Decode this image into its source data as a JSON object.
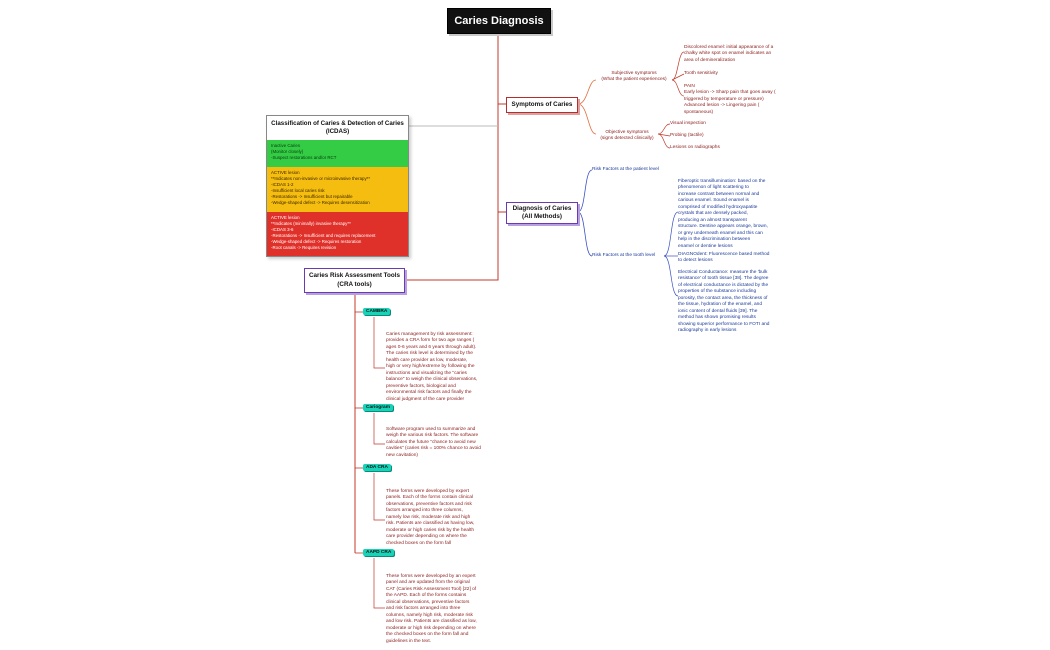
{
  "root": {
    "title": "Caries Diagnosis"
  },
  "symptoms": {
    "title": "Symptoms of Caries",
    "subjective": {
      "label": "Subjective symptoms\n(What the patient experiences)",
      "items": [
        "Discolored enamel: initial appearance of a\nchalky white spot on enamel indicates an\narea of demineralization",
        "Tooth sensitivity",
        "PAIN\nEarly lesion -> Sharp pain that goes away (\ntriggered by temperature or pressure)\nAdvanced lesion -> Lingering pain (\nspontaneous)"
      ]
    },
    "objective": {
      "label": "Objective symptoms\n(signs detected clinically)",
      "items": [
        "Visual inspection",
        "Probing (tactile)",
        "Lesions on radiographs"
      ]
    }
  },
  "diagnosis": {
    "title": "Diagnosis of Caries\n(All Methods)",
    "patient_level": "Risk Factors at the patient level",
    "tooth_level": {
      "label": "Risk Factors at the tooth level",
      "items": [
        "Fiberoptic transillumination: based on the\nphenomenon of light scattering to\nincrease contrast between normal and\ncarious enamel. Sound enamel is\ncomprised of modified hydroxyapatite\ncrystals that are densely packed,\nproducing an almost transparent\nstructure. Dentine appears orange, brown,\nor grey underneath enamel and this can\nhelp in the discrimination between\nenamel or dentine lesions",
        "DIAGNOdent: Fluorescence based method\nto detect lesions",
        "Electrical Conductance: measure the 'bulk\nresistance' of tooth tissue [38]. The degree\nof electrical conductance is dictated by the\nproperties of the substance including\nporosity, the contact area, the thickness of\nthe tissue, hydration of the enamel, and\nionic content of dental fluids [39]. The\nmethod has shown promising results\nshowing superior performance to FOTI and\nradiography in early lesions"
      ]
    }
  },
  "icdas": {
    "title": "Classification of Caries & Detection of Caries\n(ICDAS)",
    "inactive": "Inactive Caries\n(Monitor closely)\n-Suspect restorations and/or RCT",
    "active_noninvasive": "ACTIVE lesion\n**Indicates non-invasive or microinvasive therapy**\n-ICDAS 1-2\n-Insufficient local caries risk\n-Restorations -> Insufficient but repairable\n-Wedge-shaped defect -> Requires desensitization",
    "active_invasive": "ACTIVE lesion\n**Indicates (minimally) invasive therapy**\n-ICDAS 3-6\n-Restorations -> Insufficient and requires replacement\n-Wedge-shaped defect -> Requires restoration\n-Root canals -> Requires revision"
  },
  "cra": {
    "title": "Caries Risk Assessment Tools\n(CRA tools)",
    "tools": [
      {
        "name": "CAMBRA",
        "desc": "Caries management by risk assessment:\nprovides a CRA form for two age ranges (\nages 0-6 years and 6 years through adult).\nThe caries risk level is determined by the\nhealth care provider as low, moderate,\nhigh or very high/extreme by following the\ninstructions and visualizing the \"caries\nbalance\" to weigh the clinical observations,\npreventive factors, biological and\nenvironmental risk factors and finally the\nclinical judgment of the care provider"
      },
      {
        "name": "Cariogram",
        "desc": "Software program used to summarize and\nweigh the various risk factors. The software\ncalculates the future \"chance to avoid new\ncavities\" (caries risk = 100% chance to avoid\nnew cavitation)"
      },
      {
        "name": "ADA CRA",
        "desc": "These forms were developed by expert\npanels. Each of the forms contain clinical\nobservations, preventive factors and risk\nfactors arranged into three columns,\nnamely low risk, moderate risk and high\nrisk. Patients are classified as having low,\nmoderate or high caries risk by the health\ncare provider depending on where the\nchecked boxes on the form fall"
      },
      {
        "name": "AAPD CRA",
        "desc": "These forms were developed by an expert\npanel and are updated from the original\nCAT (Caries Risk Assessment Tool) [22] of\nthe AAPD. Each of the forms contains\nclinical observations, preventive factors\nand risk factors arranged into three\ncolumns, namely high risk, moderate risk\nand low risk. Patients are classified as low,\nmoderate or high risk depending on where\nthe checked boxes on the form fall and\nguidelines in the text."
      }
    ]
  },
  "colors": {
    "red_branch": "#c0392b",
    "blue_branch": "#3b4fc4",
    "purple_branch": "#6a3ab0",
    "tag": "#17d3b8"
  }
}
